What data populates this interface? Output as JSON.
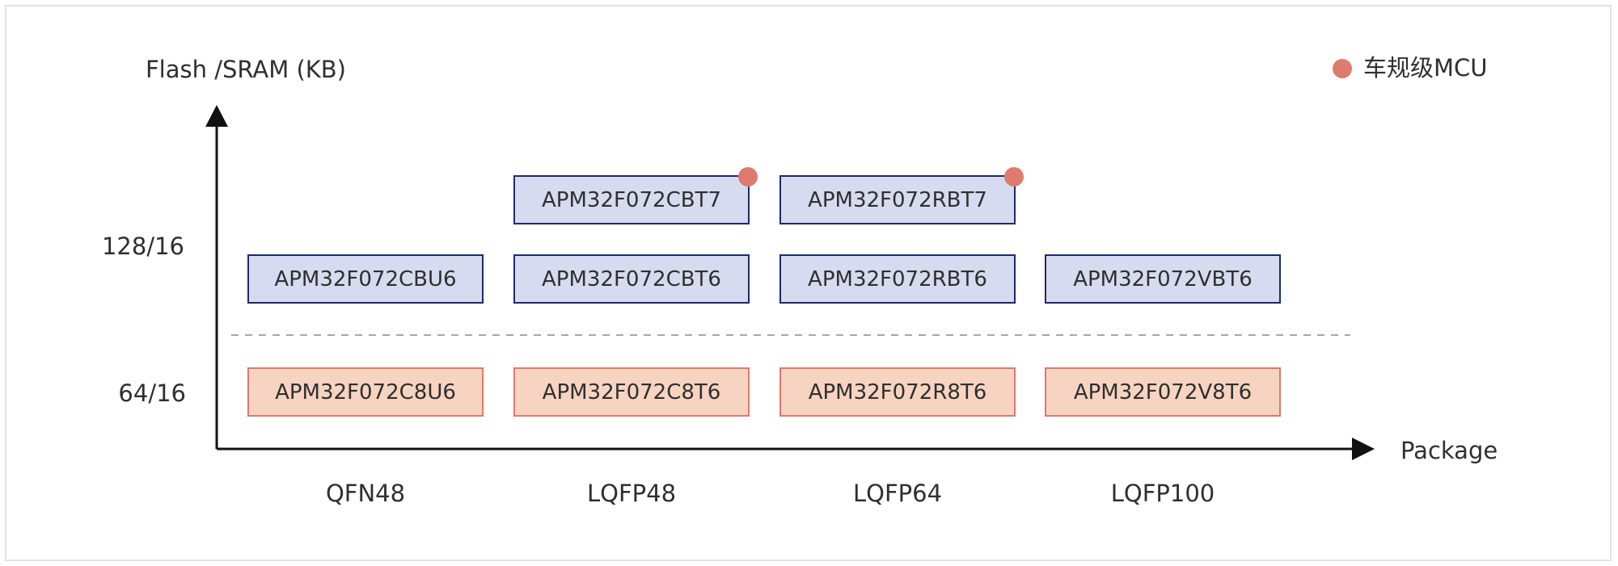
{
  "axes": {
    "y_title": "Flash /SRAM (KB)",
    "x_title": "Package",
    "y_ticks": [
      "128/16",
      "64/16"
    ],
    "x_ticks": [
      "QFN48",
      "LQFP48",
      "LQFP64",
      "LQFP100"
    ]
  },
  "legend": {
    "label": "车规级MCU",
    "color": "#de7a6e"
  },
  "chips": {
    "auto_128": [
      "APM32F072CBT7",
      "APM32F072RBT7"
    ],
    "row_128": [
      "APM32F072CBU6",
      "APM32F072CBT6",
      "APM32F072RBT6",
      "APM32F072VBT6"
    ],
    "row_64": [
      "APM32F072C8U6",
      "APM32F072C8T6",
      "APM32F072R8T6",
      "APM32F072V8T6"
    ]
  },
  "colors": {
    "high_fill": "#d7dbef",
    "high_border": "#1d2a6b",
    "low_fill": "#f6d4c1",
    "low_border": "#de7a6e",
    "axis": "#111111"
  }
}
